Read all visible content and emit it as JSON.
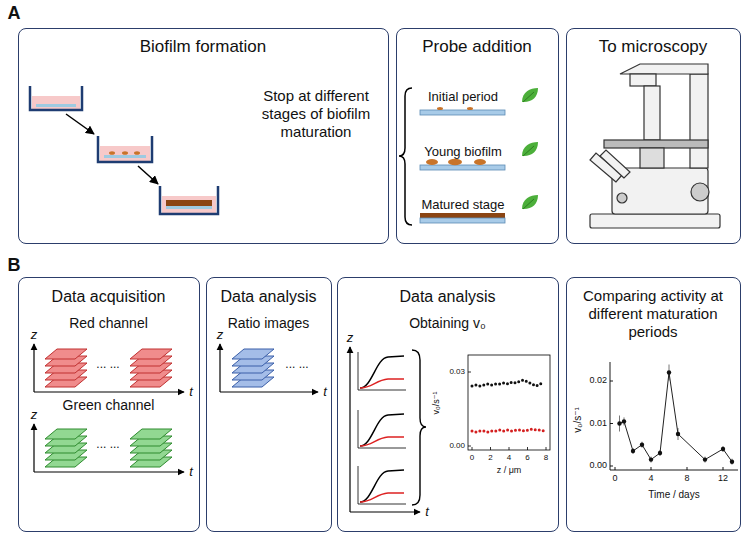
{
  "diagram": {
    "nodes": [
      {
        "text": [
          "Biofilm formation",
          "Stop at different stages of biofilm maturation"
        ]
      },
      {
        "text": [
          "Probe addition",
          "Initial period",
          "Young biofilm",
          "Matured stage"
        ]
      },
      {
        "text": [
          "To microscopy"
        ]
      },
      {
        "text": [
          "Data acquisition",
          "Red channel",
          "Green channel"
        ]
      },
      {
        "text": [
          "Data analysis",
          "Ratio images"
        ]
      },
      {
        "text": [
          "Data analysis",
          "Obtaining v₀"
        ]
      },
      {
        "text": [
          "Comparing activity at different maturation periods"
        ]
      }
    ],
    "edges": [],
    "labels": [
      "A",
      "B",
      "z",
      "t",
      "... ...",
      "z",
      "t",
      "... ...",
      "z",
      "t",
      "... ...",
      "z",
      "t",
      "0.03",
      "0.00",
      "0",
      "2",
      "4",
      "6",
      "8",
      "z / μm",
      "v₀/s⁻¹",
      "0.00",
      "0.01",
      "0.02",
      "0",
      "4",
      "8",
      "12",
      "Time / days",
      "v₀/s⁻¹"
    ]
  }
}
